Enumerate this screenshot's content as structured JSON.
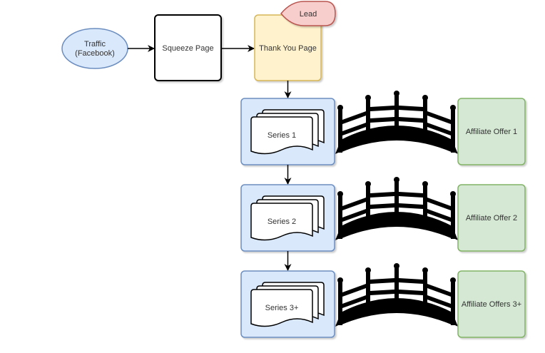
{
  "diagram": {
    "traffic": {
      "line1": "Traffic",
      "line2": "(Facebook)",
      "fill": "#dae8fc",
      "stroke": "#6c8ebf"
    },
    "squeeze_page": {
      "label": "Squeeze Page",
      "fill": "#ffffff",
      "stroke": "#000000"
    },
    "thank_you_page": {
      "label": "Thank You Page",
      "fill": "#fff2cc",
      "stroke": "#d6b656"
    },
    "lead": {
      "label": "Lead",
      "fill": "#f8cecc",
      "stroke": "#b85450"
    },
    "series": [
      {
        "label": "Series 1",
        "offer": "Affiliate Offer 1"
      },
      {
        "label": "Series 2",
        "offer": "Affiliate Offer 2"
      },
      {
        "label": "Series 3+",
        "offer": "Affiliate Offers 3+"
      }
    ],
    "colors": {
      "series_fill": "#dae8fc",
      "series_stroke": "#6c8ebf",
      "offer_fill": "#d5e8d4",
      "offer_stroke": "#82b366",
      "bridge": "#000000"
    }
  }
}
